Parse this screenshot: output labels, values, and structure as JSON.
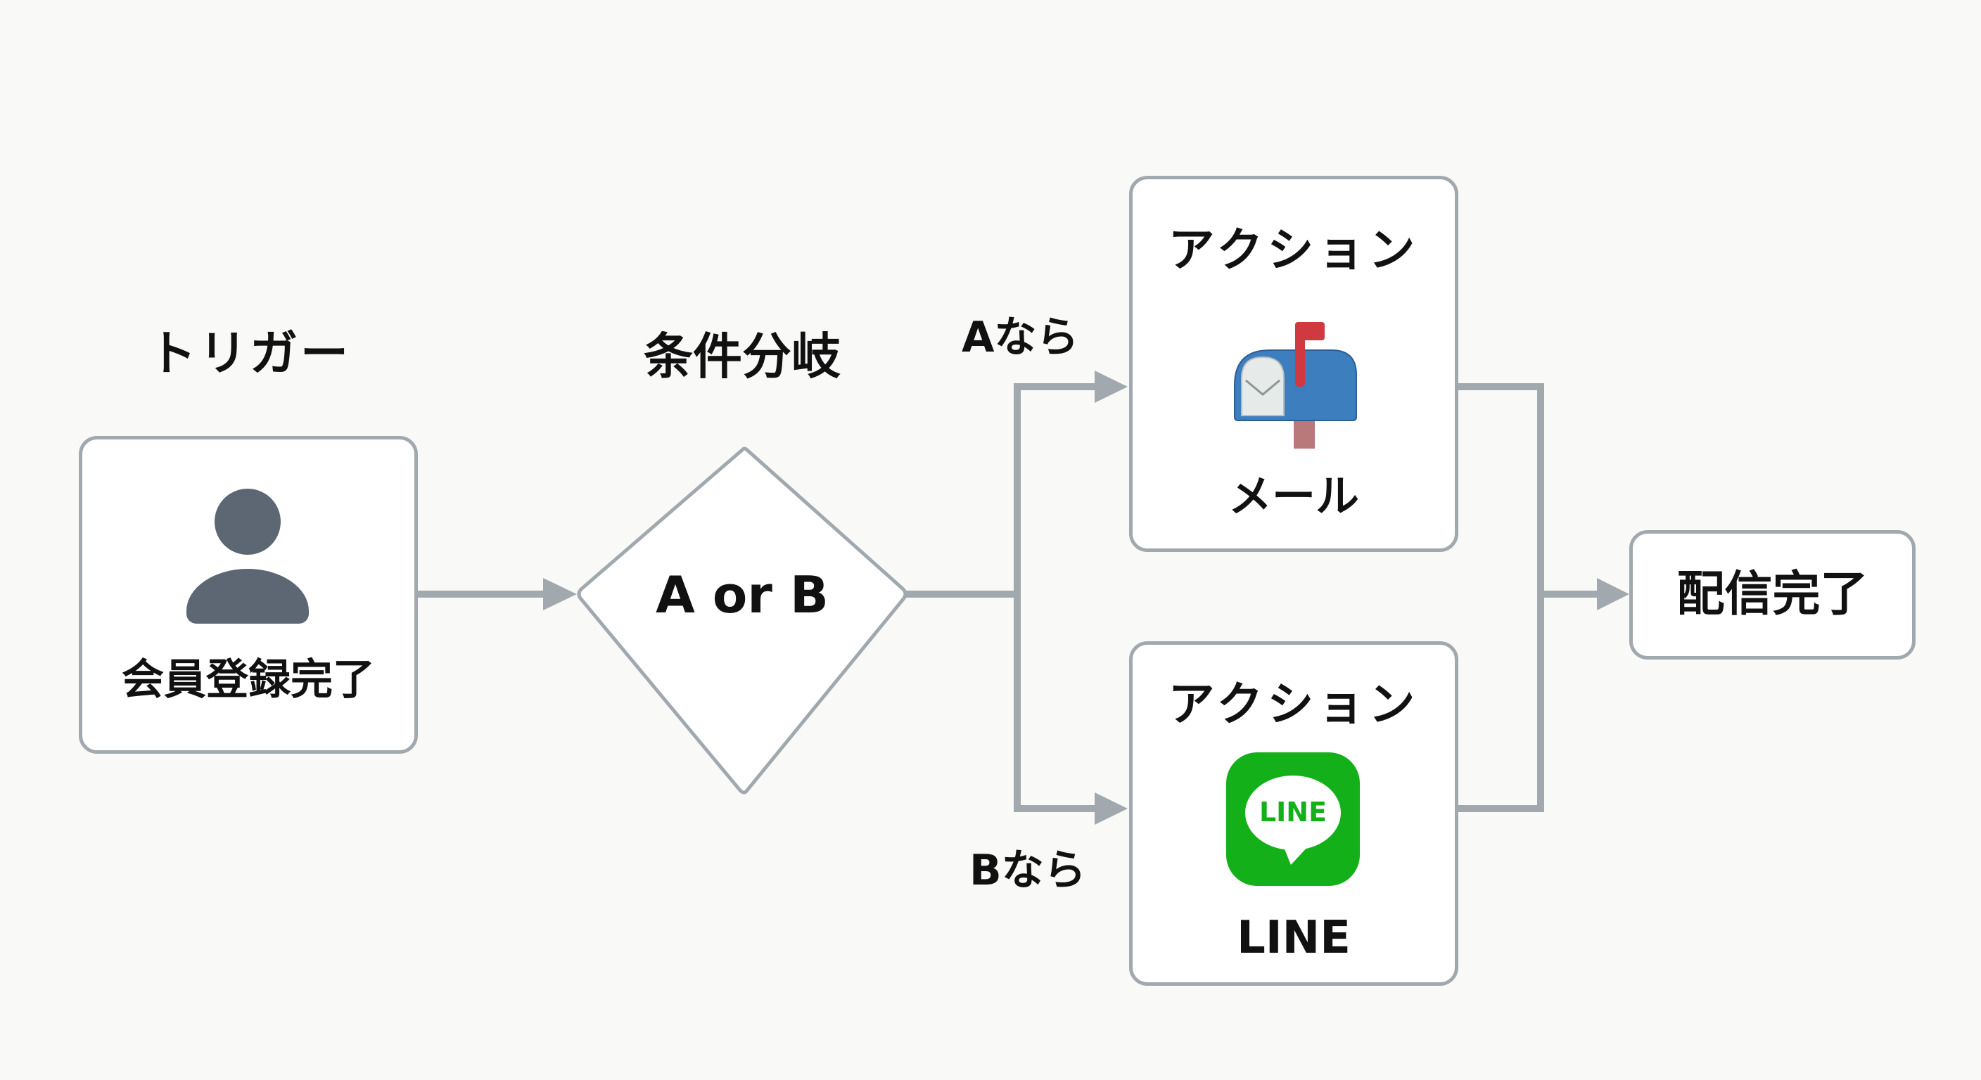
{
  "colors": {
    "background": "#f9f9f7",
    "connector": "#a1a9ae",
    "text": "#111111",
    "person_icon": "#5d6673",
    "line_brand": "#14b01a",
    "mailbox_blue": "#3d7ebf",
    "mailbox_flag": "#d0393f"
  },
  "trigger": {
    "title": "トリガー",
    "icon": "person-icon",
    "label": "会員登録完了"
  },
  "condition": {
    "title": "条件分岐",
    "label": "A or B"
  },
  "branches": {
    "a_label": "Aなら",
    "b_label": "Bなら"
  },
  "actions": [
    {
      "title": "アクション",
      "icon": "mailbox-icon",
      "label": "メール"
    },
    {
      "title": "アクション",
      "icon": "line-app-icon",
      "icon_text": "LINE",
      "label": "LINE"
    }
  ],
  "result": {
    "label": "配信完了"
  }
}
